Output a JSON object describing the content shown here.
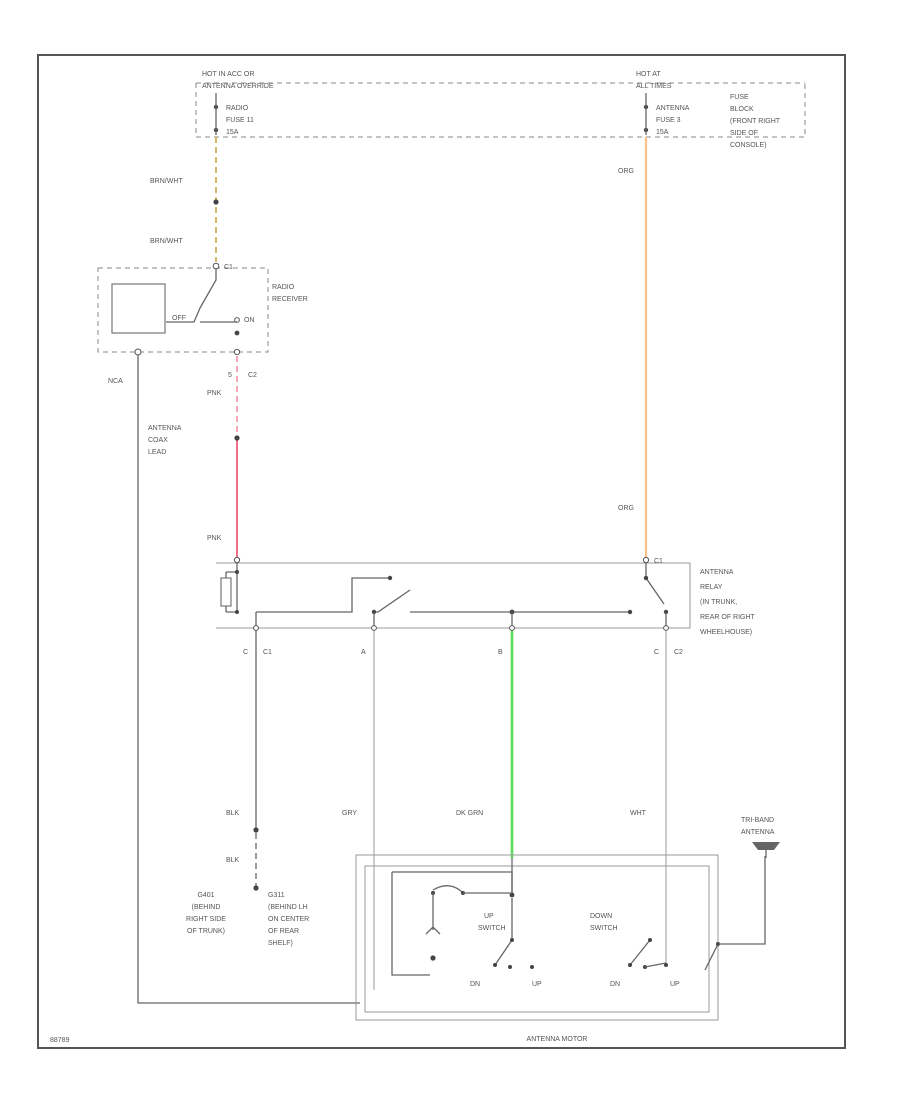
{
  "fuse_block": {
    "radio_hot": [
      "HOT IN ACC OR",
      "ANTENNA OVERRIDE"
    ],
    "antenna_hot": [
      "HOT AT",
      "ALL TIMES"
    ],
    "radio_fuse": [
      "RADIO",
      "FUSE 11",
      "15A"
    ],
    "antenna_fuse": [
      "ANTENNA",
      "FUSE 3",
      "15A"
    ],
    "location": [
      "FUSE",
      "BLOCK",
      "(FRONT RIGHT",
      "SIDE OF",
      "CONSOLE)"
    ]
  },
  "wires": {
    "brn_wht_1": "BRN/WHT",
    "brn_wht_2": "BRN/WHT",
    "org_1": "ORG",
    "org_2": "ORG",
    "pnk_1": "PNK",
    "pnk_2": "PNK",
    "blk_1": "BLK",
    "blk_2": "BLK",
    "gry": "GRY",
    "dk_grn": "DK GRN",
    "wht": "WHT"
  },
  "radio": {
    "connector_c1": "C1",
    "connector_c2": "C2",
    "pin_5": "5",
    "label": [
      "RADIO",
      "RECEIVER"
    ],
    "off": "OFF",
    "on": "ON",
    "nca": "NCA",
    "coax": [
      "ANTENNA",
      "COAX",
      "LEAD"
    ]
  },
  "relay": {
    "connector": "C1",
    "label": [
      "ANTENNA",
      "RELAY",
      "(IN TRUNK,",
      "REAR OF RIGHT",
      "WHEELHOUSE)"
    ],
    "pins": {
      "c": "C",
      "c1": "C1",
      "a": "A",
      "b": "B",
      "c_right": "C",
      "c2": "C2"
    }
  },
  "grounds": {
    "g401": [
      "G401",
      "(BEHIND",
      "RIGHT SIDE",
      "OF TRUNK)"
    ],
    "g311": [
      "G311",
      "(BEHIND LH",
      "ON CENTER",
      "OF REAR",
      "SHELF)"
    ]
  },
  "motor": {
    "up_switch": [
      "UP",
      "SWITCH"
    ],
    "down_switch": [
      "DOWN",
      "SWITCH"
    ],
    "dn1": "DN",
    "up1": "UP",
    "dn2": "DN",
    "up2": "UP",
    "label": "ANTENNA MOTOR",
    "tri_band": [
      "TRI-BAND",
      "ANTENNA"
    ]
  },
  "footer_code": "88789"
}
